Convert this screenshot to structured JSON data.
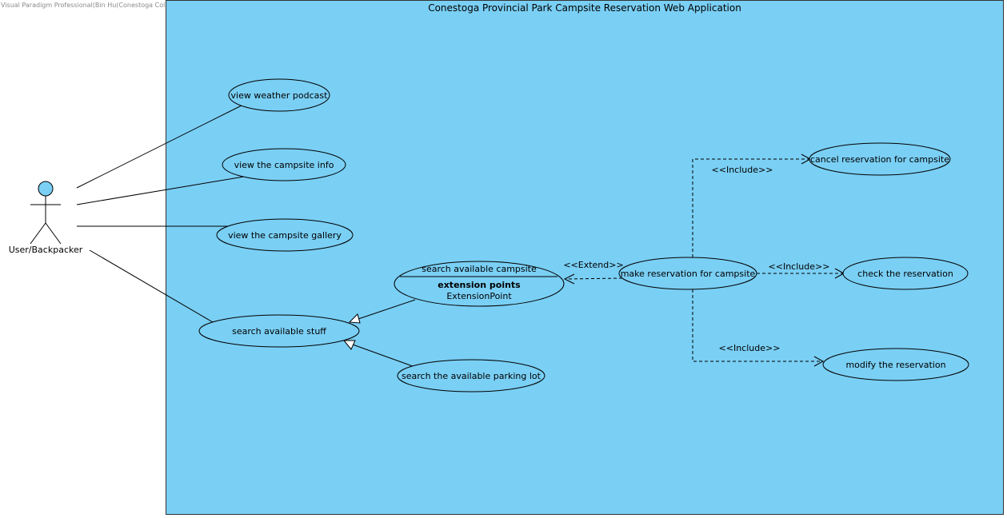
{
  "watermark": "Visual Paradigm Professional(Bin Hu(Conestoga College))",
  "system": {
    "title": "Conestoga Provincial Park Campsite Reservation Web Application"
  },
  "actor": {
    "name": "User/Backpacker"
  },
  "use_cases": {
    "weather": "view weather podcast",
    "info": "view the campsite info",
    "gallery": "view the campsite gallery",
    "search_stuff": "search available stuff",
    "search_campsite": "search available campsite",
    "extension_points_title": "extension points",
    "extension_point": "ExtensionPoint",
    "parking": "search the available parking lot",
    "make_reservation": "make reservation for campsite",
    "cancel": "cancel reservation for campsite",
    "check": "check the reservation",
    "modify": "modify the reservation"
  },
  "stereotypes": {
    "extend": "<<Extend>>",
    "include_cancel": "<<Include>>",
    "include_check": "<<Include>>",
    "include_modify": "<<Include>>"
  },
  "colors": {
    "system_fill": "#7acff4",
    "actor_head": "#7acff4"
  }
}
